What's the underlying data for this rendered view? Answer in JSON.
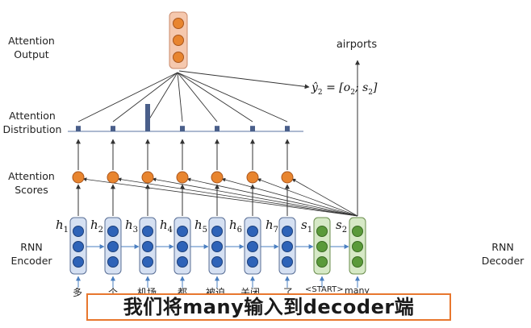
{
  "labels": {
    "attention_output": [
      "Attention",
      "Output"
    ],
    "attention_distribution": [
      "Attention",
      "Distribution"
    ],
    "attention_scores": [
      "Attention",
      "Scores"
    ],
    "rnn_encoder": [
      "RNN",
      "Encoder"
    ],
    "rnn_decoder": [
      "RNN",
      "Decoder"
    ]
  },
  "output_word": "airports",
  "formula": {
    "lhs": "ŷ",
    "lhs_sub": "2",
    "rhs_pre": " = [o",
    "rhs_sub1": "2",
    "rhs_mid": "; s",
    "rhs_sub2": "2",
    "rhs_post": "]"
  },
  "encoder_states": [
    {
      "h": "h",
      "sub": "1"
    },
    {
      "h": "h",
      "sub": "2"
    },
    {
      "h": "h",
      "sub": "3"
    },
    {
      "h": "h",
      "sub": "4"
    },
    {
      "h": "h",
      "sub": "5"
    },
    {
      "h": "h",
      "sub": "6"
    },
    {
      "h": "h",
      "sub": "7"
    }
  ],
  "decoder_states": [
    {
      "s": "s",
      "sub": "1"
    },
    {
      "s": "s",
      "sub": "2"
    }
  ],
  "input_words": [
    "多",
    "个",
    "机场",
    "都",
    "被迫",
    "关闭",
    "了",
    "<START>",
    "many"
  ],
  "attention_distribution": [
    0.2,
    0.2,
    1.0,
    0.2,
    0.2,
    0.2,
    0.2
  ],
  "caption": "我们将many输入到decoder端",
  "colors": {
    "encoder_cell": "#d5e0f2",
    "encoder_border": "#5a6f96",
    "encoder_dot": "#2e63b8",
    "decoder_cell": "#d6e9c6",
    "decoder_border": "#6b8e4e",
    "decoder_dot": "#5a9a3a",
    "score_dot": "#e8852f",
    "output_cell": "#f5c8ae",
    "dist_bar": "#4a5f8a",
    "caption_border": "#e8772e"
  }
}
